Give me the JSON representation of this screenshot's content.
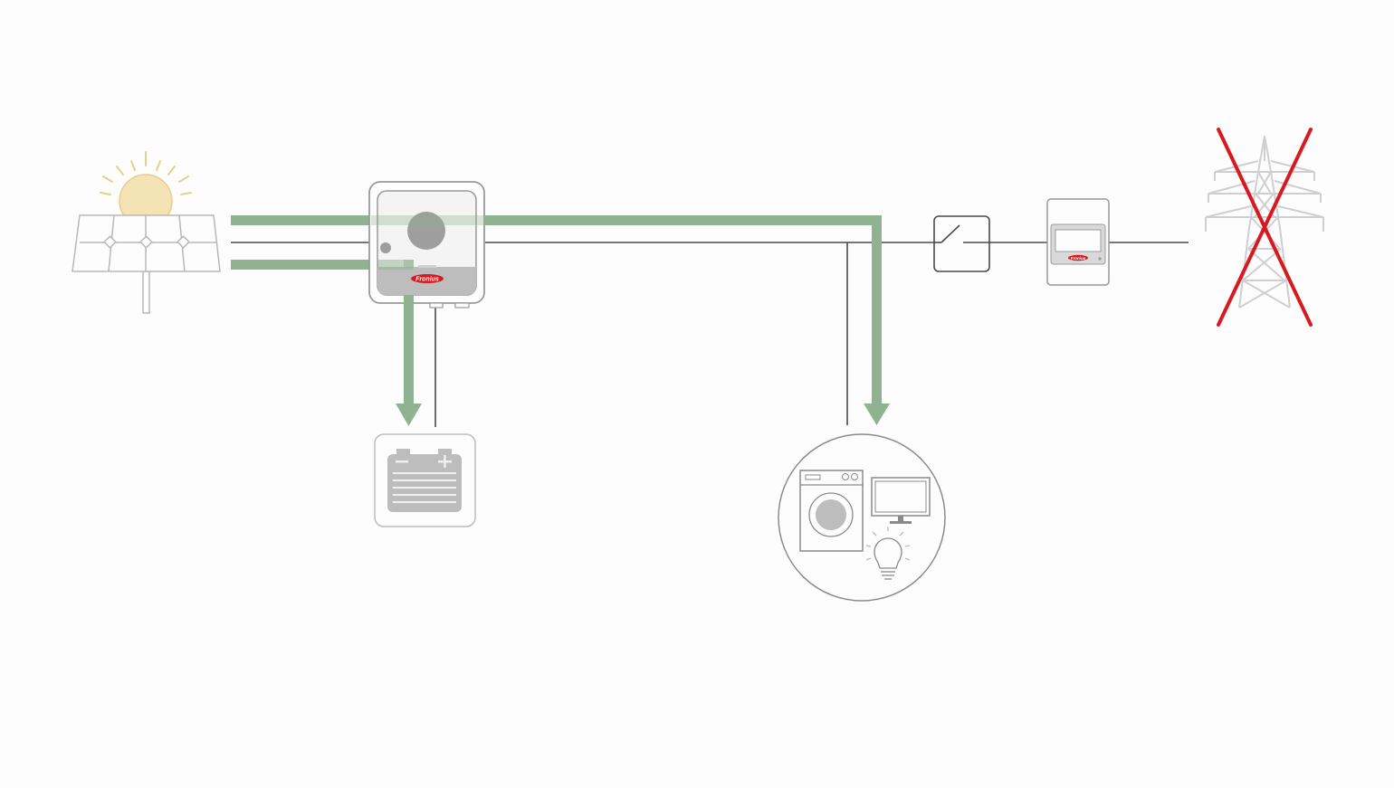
{
  "diagram": {
    "brand_logo_text": "Fronius",
    "meter_logo_text": "Fronius",
    "grid_status": "disconnected"
  },
  "colors": {
    "energy_flow": "#8fb290",
    "wire": "#4a4a4a",
    "device_outline": "#9a9a9a",
    "device_fill_light": "#efefef",
    "device_fill_gray": "#bdbdbd",
    "sun_fill": "#f3e3b5",
    "sun_rays": "#e6cf8a",
    "brand_red": "#d71920",
    "grid_cross": "#d71920",
    "pylon": "#cfcfcf"
  },
  "icons": {
    "solar": "solar-panel-icon",
    "sun": "sun-icon",
    "inverter": "inverter-icon",
    "battery": "battery-icon",
    "loads": "household-loads-icon",
    "switch": "disconnect-switch-icon",
    "meter": "smart-meter-icon",
    "grid": "power-pylon-icon"
  }
}
